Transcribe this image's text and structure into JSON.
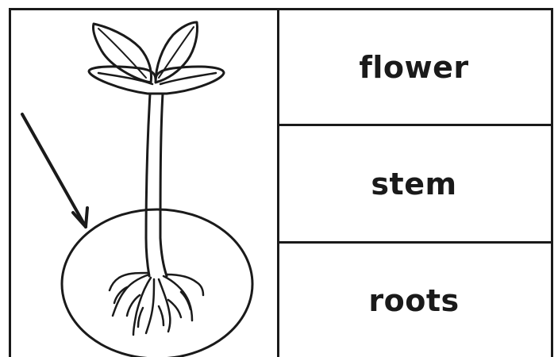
{
  "worksheet": {
    "illustration": {
      "subject_icon": "seedling-with-roots-icon",
      "pointer_icon": "arrow-icon",
      "highlight_icon": "circle-highlight-icon"
    },
    "choices": [
      {
        "label": "flower"
      },
      {
        "label": "stem"
      },
      {
        "label": "roots"
      }
    ]
  },
  "colors": {
    "ink": "#1a1a1a",
    "paper": "#ffffff"
  }
}
